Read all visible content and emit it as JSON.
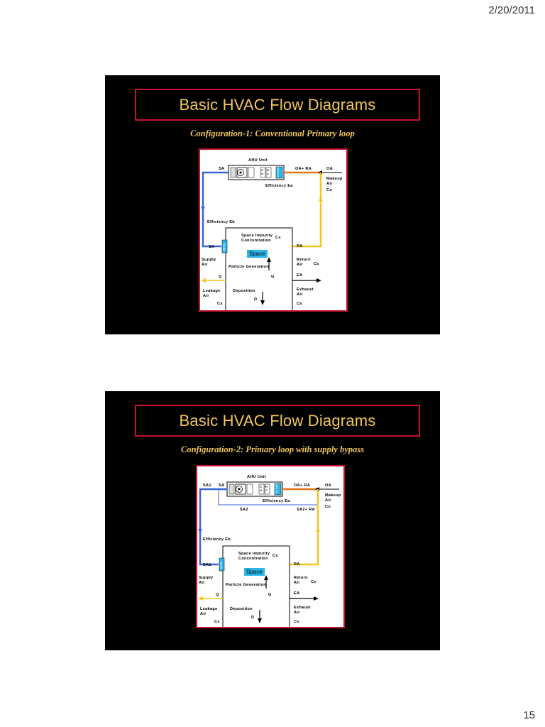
{
  "page": {
    "date": "2/20/2011",
    "number": "15"
  },
  "slides": [
    {
      "title": "Basic HVAC Flow Diagrams",
      "subtitle": "Configuration-1: Conventional Primary loop",
      "diagram": {
        "ahu_unit": "AHU Unit",
        "sa_top": "SA",
        "oa_ra": "OA+ RA",
        "oa": "OA",
        "makeup_air": "Makeup\nAir",
        "c_o_top": "Co",
        "efficiency_ea": "Efficiency Ea",
        "efficiency_eb": "Efficiency Eb",
        "space_impurity": "Space Impurity\nConcentration",
        "c_s": "Cs",
        "space": "Space",
        "sa": "SA",
        "supply_air": "Supply\nAir",
        "particle_generation": "Particle Generation",
        "g": "G",
        "q": "Q",
        "leakage_air": "Leakage\nAir",
        "c_s_leak": "Cs",
        "deposition": "Deposition",
        "d": "D",
        "ra": "RA",
        "return_air": "Return\nAir",
        "c_s_return": "Cs",
        "ea": "EA",
        "exhaust_air": "Exhaust\nAir",
        "c_s_exhaust": "Cs",
        "coil_a": "C\nO",
        "coil_b": "H\nC",
        "filter": "FILTER",
        "hepa": "HEPA"
      }
    },
    {
      "title": "Basic HVAC Flow Diagrams",
      "subtitle": "Configuration-2: Primary loop with supply bypass",
      "diagram": {
        "ahu_unit": "AHU Unit",
        "sa1_top": "SA1",
        "sa_top": "SA",
        "oa_ra": "OA+ RA",
        "oa": "OA",
        "makeup_air": "Makeup\nAir",
        "c_o_top": "Co",
        "efficiency_ea": "Efficiency Ea",
        "sa2": "SA2",
        "sa2_ra": "SA2+ RA",
        "efficiency_eb": "Efficiency Eb",
        "space_impurity": "Space Impurity\nConcentration",
        "c_s": "Cs",
        "space": "Space",
        "sa1": "SA1",
        "supply_air": "Supply\nAir",
        "particle_generation": "Particle Generation",
        "g": "G",
        "q": "Q",
        "leakage_air": "Leakage\nAir",
        "c_s_leak": "Cs",
        "deposition": "Deposition",
        "d": "D",
        "ra": "RA",
        "return_air": "Return\nAir",
        "c_s_return": "Cs",
        "ea": "EA",
        "exhaust_air": "Exhaust\nAir",
        "c_s_exhaust": "Cs",
        "coil_a": "C\nO",
        "coil_b": "H\nC",
        "filter": "FILTER",
        "hepa": "HEPA"
      }
    }
  ],
  "colors": {
    "slide_bg": "#000000",
    "title_text": "#f2c75c",
    "border_red": "#c8102e",
    "supply_blue": "#3a63d8",
    "return_yellow": "#f5c518",
    "outdoor_orange": "#e8741a",
    "space_cyan": "#29b6e8"
  }
}
